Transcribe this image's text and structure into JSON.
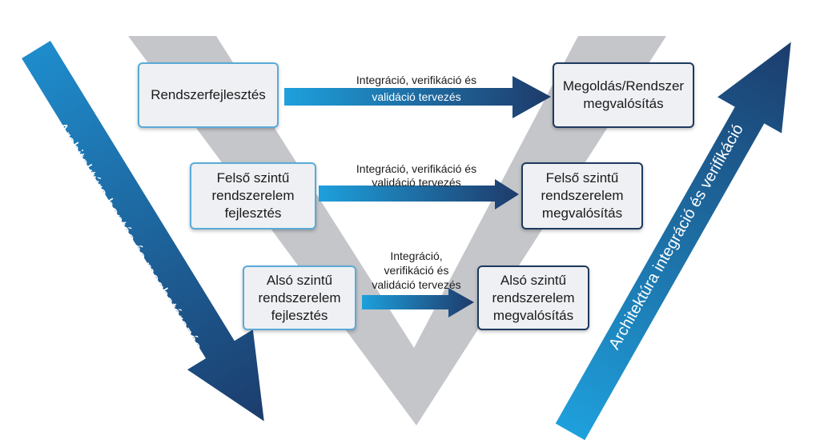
{
  "colors": {
    "light_blue": "#1ea0dc",
    "dark_blue": "#1e3a6a",
    "gray_v": "#c4c6ca",
    "box_left_border": "#5aaad6",
    "box_right_border": "#1e3a5f"
  },
  "left_arrow": {
    "label": "Architektúra bontás és meghatározás"
  },
  "right_arrow": {
    "label": "Architektúra integráció és verifikáció"
  },
  "levels": [
    {
      "left": "Rendszerfejlesztés",
      "right": "Megoldás/Rendszer\nmegvalósítás",
      "arrow_line1": "Integráció, verifikáció és",
      "arrow_line2": "validáció tervezés"
    },
    {
      "left": "Felső szintű\nrendszerelem\nfejlesztés",
      "right": "Felső szintű\nrendszerelem\nmegvalósítás",
      "arrow_line1": "Integráció, verifikáció és",
      "arrow_line2": "validáció tervezés"
    },
    {
      "left": "Alsó szintű\nrendszerelem\nfejlesztés",
      "right": "Alsó szintű\nrendszerelem\nmegvalósítás",
      "arrow_line1": "Integráció,",
      "arrow_line2": "verifikáció és",
      "arrow_line3": "validáció tervezés"
    }
  ]
}
